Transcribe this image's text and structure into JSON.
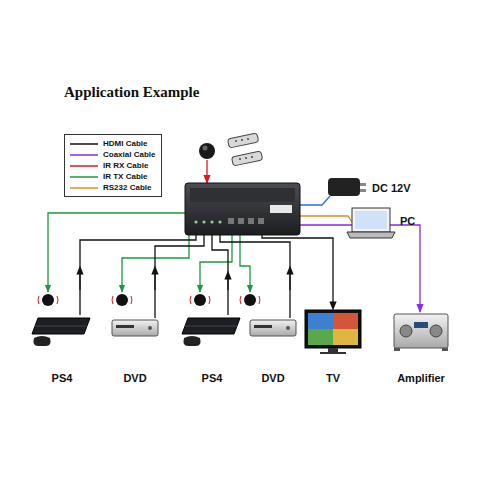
{
  "diagram": {
    "title": "Application Example",
    "labels": [
      "DC 12V",
      "PC",
      "PS4",
      "DVD",
      "PS4",
      "DVD",
      "TV",
      "Amplifier"
    ],
    "legend": [
      {
        "text": "HDMI Cable"
      },
      {
        "text": "Coaxial Cable"
      },
      {
        "text": "IR RX Cable"
      },
      {
        "text": "IR TX Cable"
      },
      {
        "text": "RS232 Cable"
      }
    ]
  }
}
